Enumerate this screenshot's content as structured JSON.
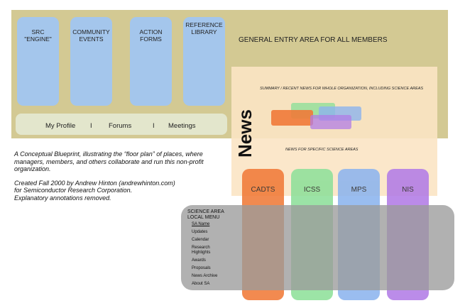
{
  "pillars": [
    {
      "line1": "SRC",
      "line2": "\"ENGINE\""
    },
    {
      "line1": "COMMUNITY",
      "line2": "EVENTS"
    },
    {
      "line1": "ACTION",
      "line2": "FORMS"
    },
    {
      "line1": "REFERENCE",
      "line2": "LIBRARY"
    }
  ],
  "general_entry_label": "GENERAL ENTRY AREA FOR ALL MEMBERS",
  "member_menu": {
    "profile": "My Profile",
    "sep1": "I",
    "forums": "Forums",
    "sep2": "I",
    "meetings": "Meetings"
  },
  "news_word": "News",
  "summary_label": "SUMMARY / RECENT NEWS FOR WHOLE ORGANIZATION, INCLUDING SCIENCE AREAS",
  "specific_label": "NEWS FOR SPECIFIC SCIENCE AREAS",
  "science_areas": [
    {
      "name": "CADTS",
      "color": "#f07a38"
    },
    {
      "name": "ICSS",
      "color": "#8ee09a"
    },
    {
      "name": "MPS",
      "color": "#8cb4ee"
    },
    {
      "name": "NIS",
      "color": "#b27ce6"
    }
  ],
  "news_snippet_colors": [
    "#8ee09a",
    "#8cb4ee",
    "#f07a38",
    "#b27ce6"
  ],
  "blueprint_text": {
    "line1": "A Conceptual Blueprint, illustrating the “floor plan” of places, where",
    "line2": "managers, members, and others collaborate and run this non-profit",
    "line3": "organization.",
    "line4": "Created Fall 2000 by Andrew Hinton (andrewhinton.com)",
    "line5": "for Semiconductor Research Corporation.",
    "line6": "Explanatory annotations removed."
  },
  "local_menu": {
    "title1": "SCIENCE AREA",
    "title2": "LOCAL MENU",
    "items": [
      "SA Name",
      "Updates",
      "Calendar",
      "Research",
      "Highlights",
      "Awards",
      "Proposals",
      "News Archive",
      "About SA"
    ]
  }
}
